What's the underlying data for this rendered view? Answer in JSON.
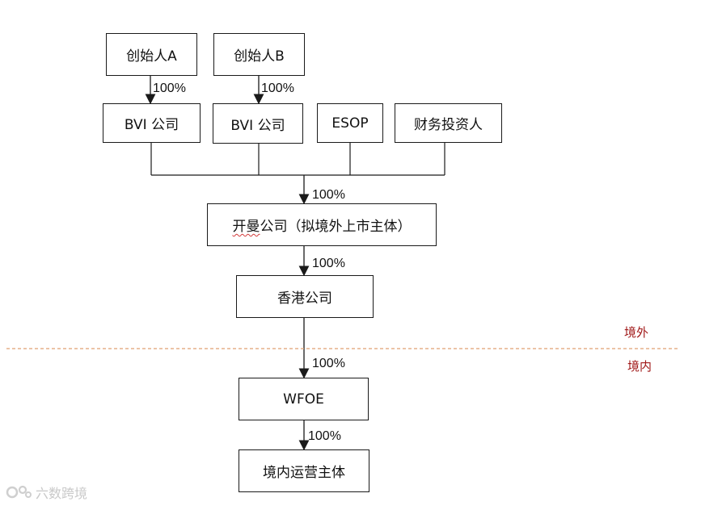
{
  "nodes": {
    "founder_a": "创始人A",
    "founder_b": "创始人B",
    "bvi_1": "BVI 公司",
    "bvi_2": "BVI 公司",
    "esop": "ESOP",
    "financial_investor": "财务投资人",
    "listing_entity_prefix": "开曼",
    "listing_entity_suffix": "公司（拟境外上市主体）",
    "hk_company": "香港公司",
    "wfoe": "WFOE",
    "domestic_entity": "境内运营主体"
  },
  "edges": {
    "founder_a_to_bvi": "100%",
    "founder_b_to_bvi": "100%",
    "shareholders_to_cayman": "100%",
    "cayman_to_hk": "100%",
    "hk_to_wfoe": "100%",
    "wfoe_to_domestic": "100%"
  },
  "zones": {
    "offshore": "境外",
    "onshore": "境内"
  },
  "watermark": "六数跨境",
  "colors": {
    "line": "#1a1a1a",
    "boundary": "#e0a070",
    "zone_text": "#a01818",
    "watermark": "#c9c9c9"
  }
}
